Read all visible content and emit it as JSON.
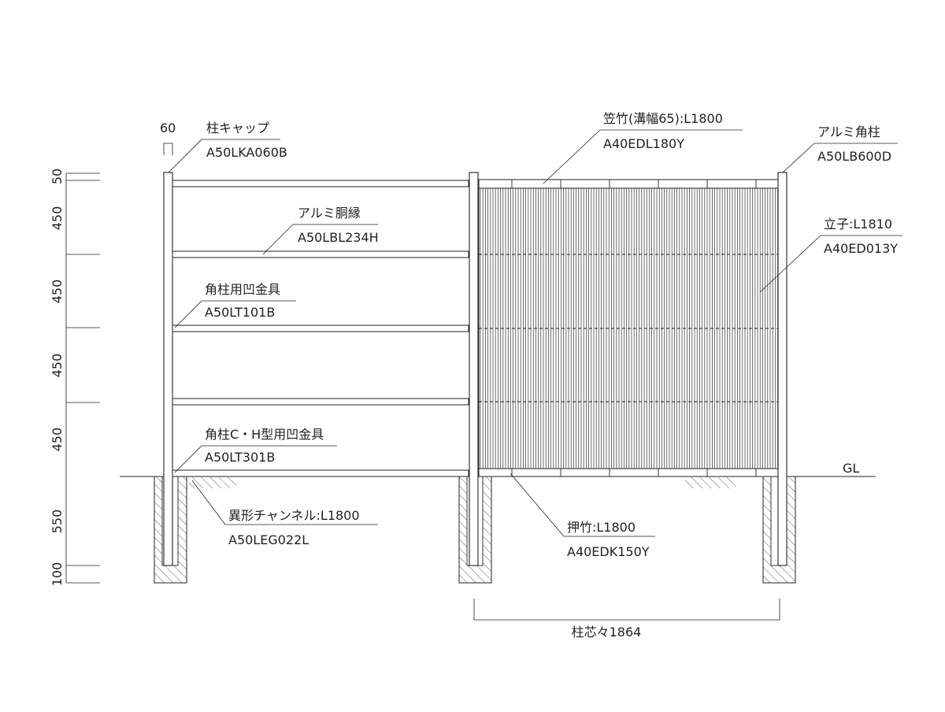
{
  "colors": {
    "line": "#222222",
    "background": "#ffffff"
  },
  "dimensions": {
    "left_heights": [
      "50",
      "450",
      "450",
      "450",
      "450",
      "550",
      "100"
    ],
    "post_width": "60",
    "post_pitch": "柱芯々1864"
  },
  "labels": {
    "post_cap": {
      "name": "柱キャップ",
      "code": "A50LKA060B"
    },
    "kasa_take": {
      "name": "笠竹(溝幅65):L1800",
      "code": "A40EDL180Y"
    },
    "alu_post": {
      "name": "アルミ角柱",
      "code": "A50LB600D"
    },
    "alu_rail": {
      "name": "アルミ胴縁",
      "code": "A50LBL234H"
    },
    "tateko": {
      "name": "立子:L1810",
      "code": "A40ED013Y"
    },
    "post_bracket": {
      "name": "角柱用凹金具",
      "code": "A50LT101B"
    },
    "ch_bracket": {
      "name": "角柱C・H型用凹金具",
      "code": "A50LT301B"
    },
    "channel": {
      "name": "異形チャンネル:L1800",
      "code": "A50LEG022L"
    },
    "oshi_take": {
      "name": "押竹:L1800",
      "code": "A40EDK150Y"
    },
    "ground": "GL"
  }
}
